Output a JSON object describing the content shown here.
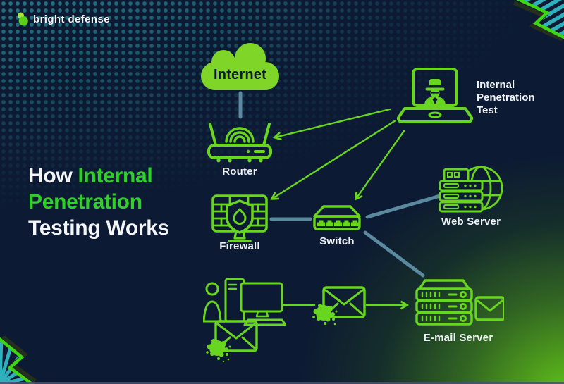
{
  "brand": {
    "logo_text": "bright defense"
  },
  "title": {
    "w1": "How ",
    "g1": "Internal",
    "g2": "Penetration",
    "w2": "Testing Works"
  },
  "nodes": {
    "internet": "Internet",
    "router": "Router",
    "pentest": "Internal Penetration Test",
    "firewall": "Firewall",
    "switch": "Switch",
    "web_server": "Web Server",
    "email_server": "E-mail Server"
  },
  "connections": [
    {
      "from": "internet",
      "to": "router",
      "style": "teal-line"
    },
    {
      "from": "firewall",
      "to": "switch",
      "style": "teal-line"
    },
    {
      "from": "switch",
      "to": "web_server",
      "style": "teal-line"
    },
    {
      "from": "switch",
      "to": "email_server",
      "style": "teal-line"
    },
    {
      "from": "pentest-laptop",
      "to": "router",
      "style": "green-arrow"
    },
    {
      "from": "pentest-laptop",
      "to": "firewall",
      "style": "green-arrow"
    },
    {
      "from": "pentest-laptop",
      "to": "switch",
      "style": "green-arrow"
    },
    {
      "from": "workstation",
      "to": "infected-email",
      "style": "green-line"
    },
    {
      "from": "infected-email",
      "to": "email_server",
      "style": "green-arrow"
    }
  ],
  "colors": {
    "background": "#0d1a33",
    "brand_green": "#68d51f",
    "title_green": "#2fd02c",
    "cloud_green": "#7fd628",
    "teal_line": "#5b8aa0",
    "halftone_teal": "#2b98a2",
    "label_white": "#eef2f7"
  }
}
